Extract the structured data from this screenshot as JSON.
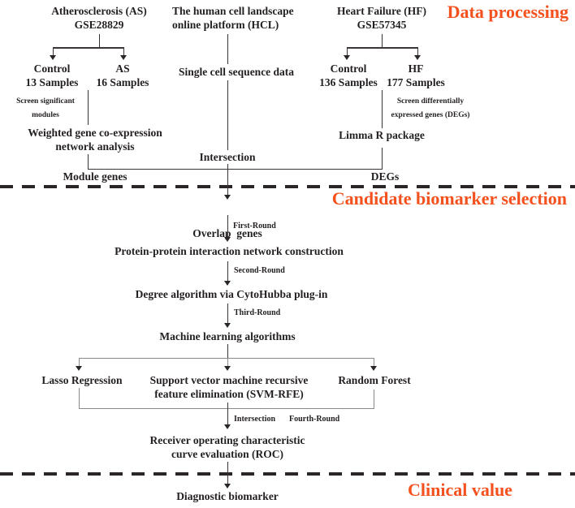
{
  "accent_color": "#f4511e",
  "section_labels": {
    "data_processing": "Data processing",
    "candidate_biomarker_selection": "Candidate biomarker selection",
    "clinical_value": "Clinical value"
  },
  "left_branch": {
    "header_line1": "Atherosclerosis (AS)",
    "header_line2": "GSE28829",
    "control_label": "Control",
    "control_samples": "13 Samples",
    "case_label": "AS",
    "case_samples": "16 Samples",
    "screen_note_line1": "Screen significant",
    "screen_note_line2": "modules",
    "method_line1": "Weighted gene co-expression",
    "method_line2": "network analysis",
    "output_label": "Module genes"
  },
  "center_branch": {
    "header_line1": "The human cell landscape",
    "header_line2": "online platform (HCL)",
    "data_label": "Single cell sequence data",
    "merge_label": "Intersection"
  },
  "right_branch": {
    "header_line1": "Heart Failure (HF)",
    "header_line2": "GSE57345",
    "control_label": "Control",
    "control_samples": "136 Samples",
    "case_label": "HF",
    "case_samples": "177 Samples",
    "screen_note_line1": "Screen differentially",
    "screen_note_line2": "expressed genes (DEGs)",
    "method_label": "Limma R package",
    "output_label": "DEGs"
  },
  "pipeline": {
    "overlap_genes": "Overlap  genes",
    "round1": "First-Round",
    "ppi": "Protein-protein interaction network construction",
    "round2": "Second-Round",
    "cytohubba": "Degree algorithm via CytoHubba plug-in",
    "round3": "Third-Round",
    "ml": "Machine learning algorithms",
    "lasso": "Lasso Regression",
    "svm_line1": "Support vector machine recursive",
    "svm_line2": "feature elimination (SVM-RFE)",
    "rf": "Random Forest",
    "intersection": "Intersection",
    "round4": "Fourth-Round",
    "roc_line1": "Receiver operating characteristic",
    "roc_line2": "curve evaluation (ROC)",
    "final": "Diagnostic biomarker"
  }
}
